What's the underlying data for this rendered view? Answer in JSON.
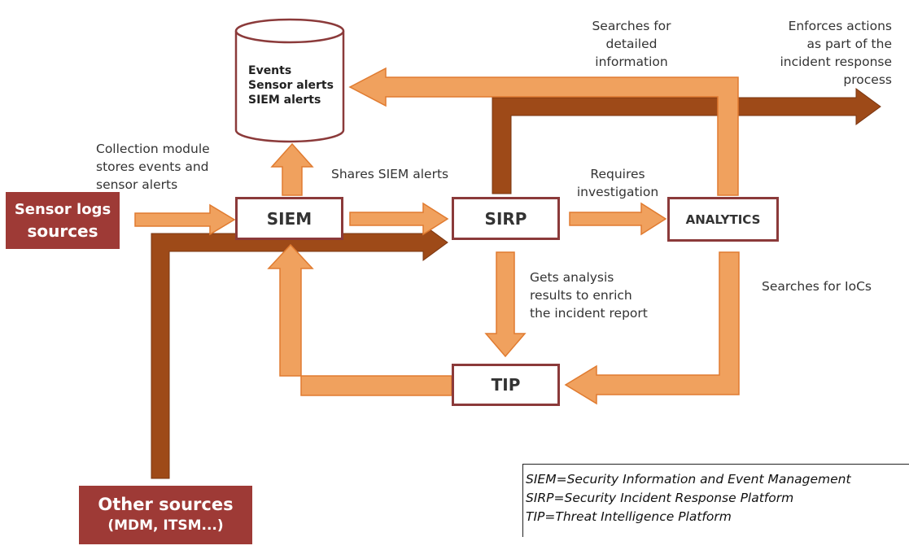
{
  "colors": {
    "light_arrow": "#f0a15e",
    "light_arrow_stroke": "#e07b30",
    "dark_arrow": "#9e4a18",
    "box_border": "#8b3a3a",
    "source_fill": "#9e3a36"
  },
  "nodes": {
    "database": [
      "Events",
      "Sensor alerts",
      "SIEM alerts"
    ],
    "siem": "SIEM",
    "sirp": "SIRP",
    "analytics": "ANALYTICS",
    "tip": "TIP",
    "sensor_sources": [
      "Sensor logs",
      "sources"
    ],
    "other_sources": [
      "Other sources",
      "(MDM, ITSM...)"
    ]
  },
  "labels": {
    "collection": [
      "Collection module",
      "stores events and",
      "sensor alerts"
    ],
    "shares": "Shares SIEM alerts",
    "requires": [
      "Requires",
      "investigation"
    ],
    "searches_detail": [
      "Searches for",
      "detailed",
      "information"
    ],
    "enforces": [
      "Enforces actions",
      "as part of the",
      "incident response",
      "process"
    ],
    "gets_analysis": [
      "Gets analysis",
      "results to enrich",
      "the incident report"
    ],
    "searches_iocs": "Searches for IoCs"
  },
  "legend": [
    "SIEM=Security Information and Event Management",
    "SIRP=Security Incident Response Platform",
    "TIP=Threat Intelligence Platform"
  ]
}
